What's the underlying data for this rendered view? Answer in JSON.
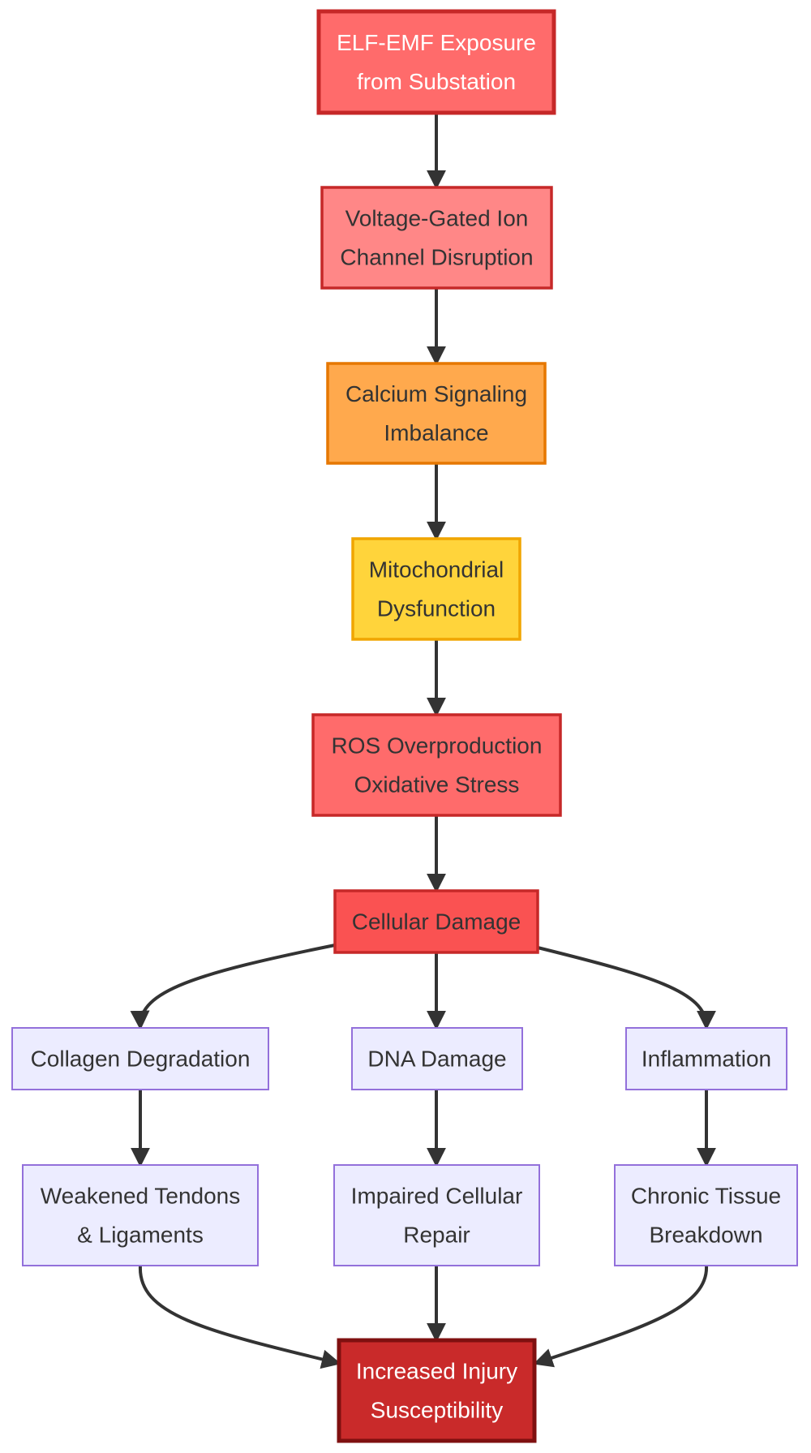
{
  "diagram": {
    "nodes": [
      {
        "id": "elf",
        "lines": [
          "ELF-EMF Exposure",
          "from Substation"
        ],
        "fill": "#ff6b6b",
        "stroke": "#c62828",
        "text_color": "#ffffff",
        "bold_border": true
      },
      {
        "id": "ion",
        "lines": [
          "Voltage-Gated Ion",
          "Channel Disruption"
        ],
        "fill": "#ff8787",
        "stroke": "#c62828",
        "text_color": "#333333",
        "bold_border": false
      },
      {
        "id": "calcium",
        "lines": [
          "Calcium Signaling",
          "Imbalance"
        ],
        "fill": "#ffa94d",
        "stroke": "#e67700",
        "text_color": "#333333",
        "bold_border": false
      },
      {
        "id": "mito",
        "lines": [
          "Mitochondrial",
          "Dysfunction"
        ],
        "fill": "#ffd43b",
        "stroke": "#f0a500",
        "text_color": "#333333",
        "bold_border": false
      },
      {
        "id": "ros",
        "lines": [
          "ROS Overproduction",
          "Oxidative Stress"
        ],
        "fill": "#ff6b6b",
        "stroke": "#c62828",
        "text_color": "#333333",
        "bold_border": false
      },
      {
        "id": "cellular",
        "lines": [
          "Cellular Damage"
        ],
        "fill": "#fa5252",
        "stroke": "#c62828",
        "text_color": "#333333",
        "bold_border": false
      },
      {
        "id": "collagen",
        "lines": [
          "Collagen Degradation"
        ],
        "fill": "#ececff",
        "stroke": "#9370db",
        "text_color": "#333333",
        "bold_border": false
      },
      {
        "id": "dna",
        "lines": [
          "DNA Damage"
        ],
        "fill": "#ececff",
        "stroke": "#9370db",
        "text_color": "#333333",
        "bold_border": false
      },
      {
        "id": "inflammation",
        "lines": [
          "Inflammation"
        ],
        "fill": "#ececff",
        "stroke": "#9370db",
        "text_color": "#333333",
        "bold_border": false
      },
      {
        "id": "tendons",
        "lines": [
          "Weakened Tendons",
          "& Ligaments"
        ],
        "fill": "#ececff",
        "stroke": "#9370db",
        "text_color": "#333333",
        "bold_border": false
      },
      {
        "id": "repair",
        "lines": [
          "Impaired Cellular",
          "Repair"
        ],
        "fill": "#ececff",
        "stroke": "#9370db",
        "text_color": "#333333",
        "bold_border": false
      },
      {
        "id": "chronic",
        "lines": [
          "Chronic Tissue",
          "Breakdown"
        ],
        "fill": "#ececff",
        "stroke": "#9370db",
        "text_color": "#333333",
        "bold_border": false
      },
      {
        "id": "injury",
        "lines": [
          "Increased Injury",
          "Susceptibility"
        ],
        "fill": "#c92a2a",
        "stroke": "#7f1010",
        "text_color": "#ffffff",
        "bold_border": true
      }
    ],
    "edges": [
      {
        "from": "elf",
        "to": "ion"
      },
      {
        "from": "ion",
        "to": "calcium"
      },
      {
        "from": "calcium",
        "to": "mito"
      },
      {
        "from": "mito",
        "to": "ros"
      },
      {
        "from": "ros",
        "to": "cellular"
      },
      {
        "from": "cellular",
        "to": "collagen"
      },
      {
        "from": "cellular",
        "to": "dna"
      },
      {
        "from": "cellular",
        "to": "inflammation"
      },
      {
        "from": "collagen",
        "to": "tendons"
      },
      {
        "from": "dna",
        "to": "repair"
      },
      {
        "from": "inflammation",
        "to": "chronic"
      },
      {
        "from": "tendons",
        "to": "injury"
      },
      {
        "from": "repair",
        "to": "injury"
      },
      {
        "from": "chronic",
        "to": "injury"
      }
    ]
  }
}
